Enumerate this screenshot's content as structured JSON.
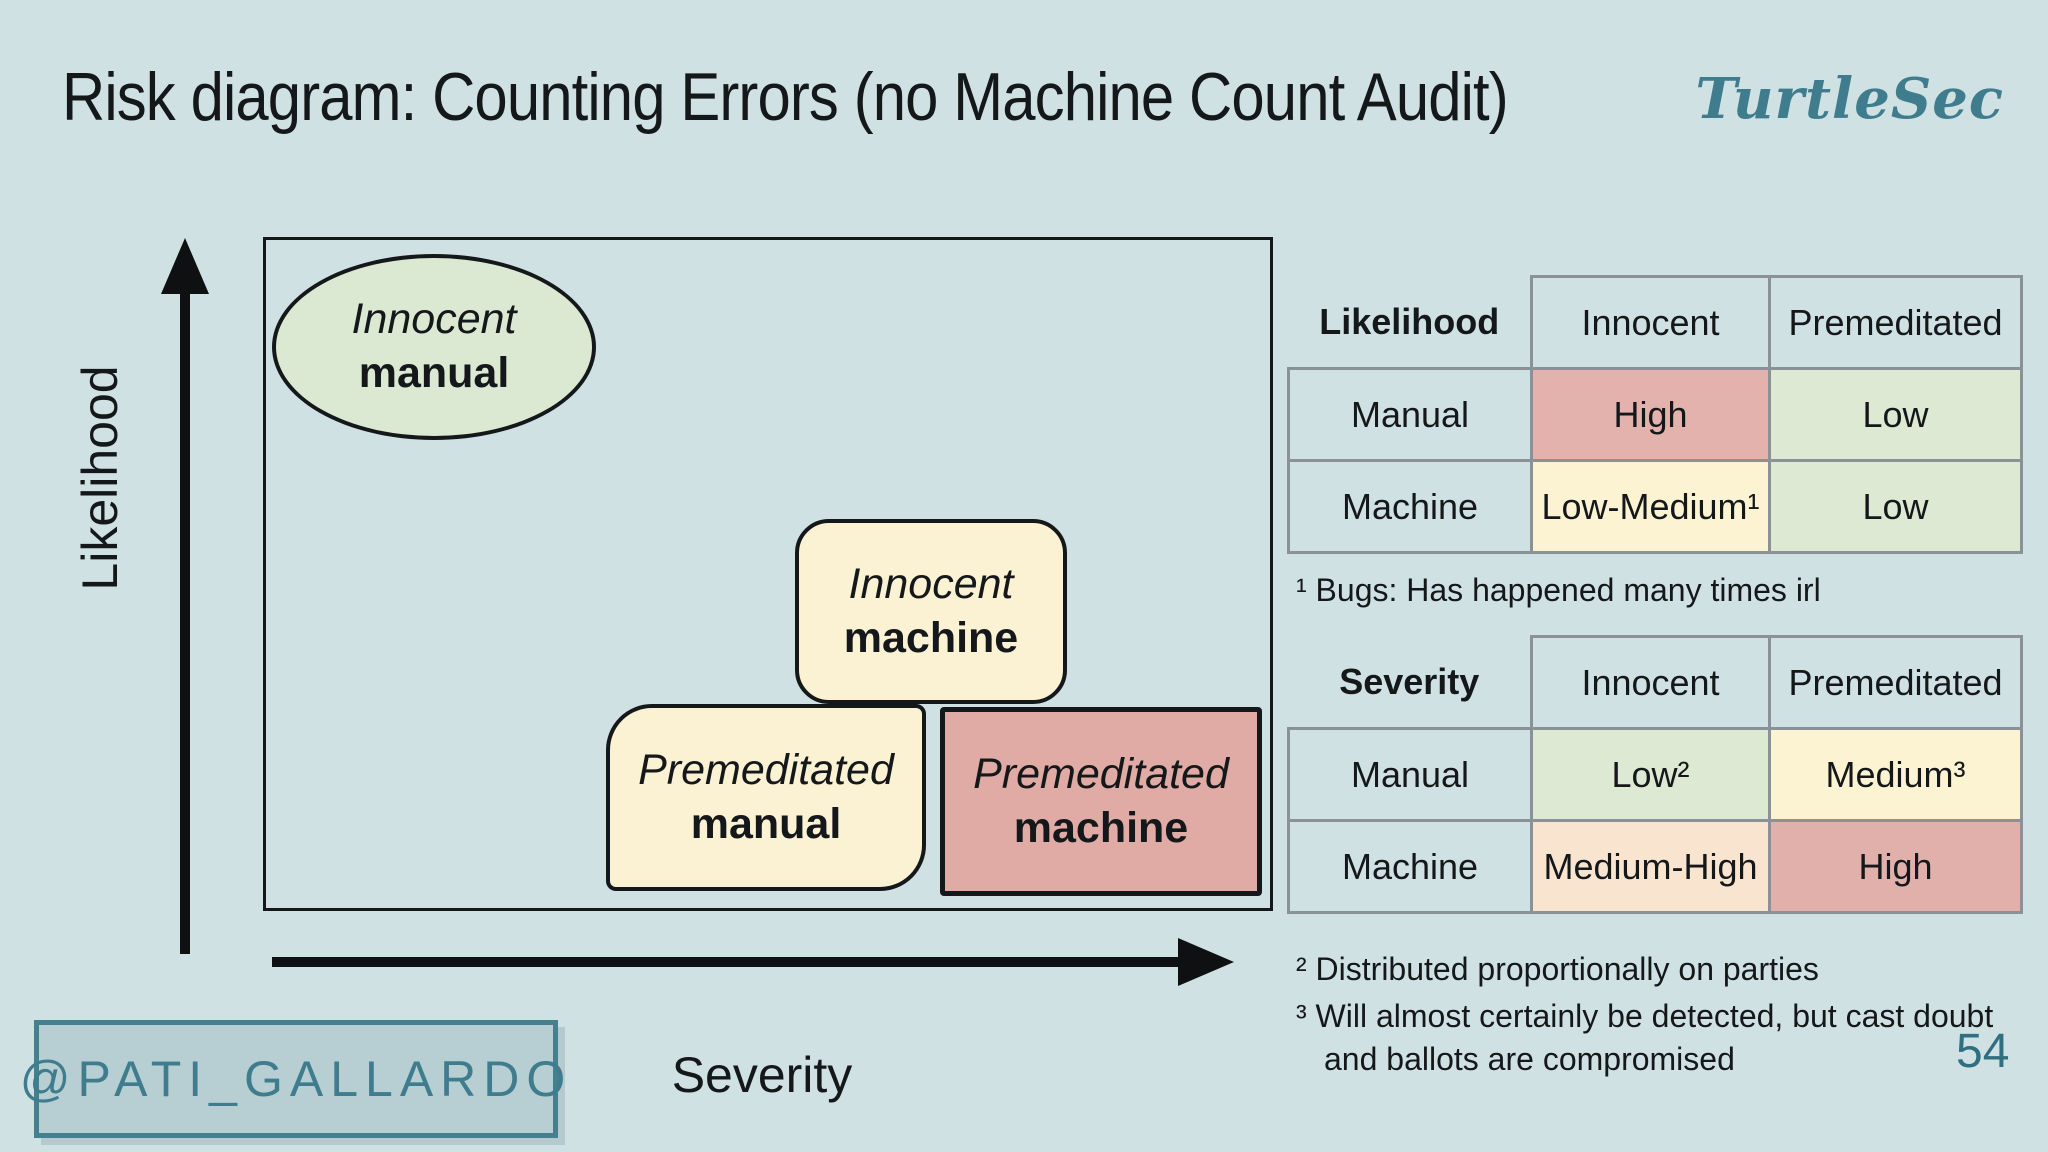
{
  "slide": {
    "title": "Risk diagram: Counting Errors (no Machine Count Audit)",
    "brand": "TurtleSec",
    "page_number": "54",
    "handle": "@PATI_GALLARDO",
    "background_color": "#d0e1e3"
  },
  "diagram": {
    "y_axis_label": "Likelihood",
    "x_axis_label": "Severity",
    "nodes": {
      "innocent_manual": {
        "line1": "Innocent",
        "line2": "manual",
        "shape": "ellipse",
        "fill": "#dbe9d2"
      },
      "innocent_machine": {
        "line1": "Innocent",
        "line2": "machine",
        "shape": "rounded-rect",
        "fill": "#fbf2d4"
      },
      "premeditated_manual": {
        "line1": "Premeditated",
        "line2": "manual",
        "shape": "rounded-rect",
        "fill": "#fbf2d4"
      },
      "premeditated_machine": {
        "line1": "Premeditated",
        "line2": "machine",
        "shape": "rect",
        "fill": "#e0aaa5"
      }
    }
  },
  "tables": {
    "likelihood": {
      "header": [
        "Likelihood",
        "Innocent",
        "Premeditated"
      ],
      "rows": [
        {
          "label": "Manual",
          "cells": [
            {
              "text": "High",
              "bg": "#e3b2ad"
            },
            {
              "text": "Low",
              "bg": "#dde9d2"
            }
          ]
        },
        {
          "label": "Machine",
          "cells": [
            {
              "text": "Low-Medium¹",
              "bg": "#fcf3d2"
            },
            {
              "text": "Low",
              "bg": "#dde9d2"
            }
          ]
        }
      ],
      "footnote": "¹ Bugs: Has happened many times irl"
    },
    "severity": {
      "header": [
        "Severity",
        "Innocent",
        "Premeditated"
      ],
      "rows": [
        {
          "label": "Manual",
          "cells": [
            {
              "text": "Low²",
              "bg": "#dde9d2"
            },
            {
              "text": "Medium³",
              "bg": "#fcf3d2"
            }
          ]
        },
        {
          "label": "Machine",
          "cells": [
            {
              "text": "Medium-High",
              "bg": "#f9e4d0"
            },
            {
              "text": "High",
              "bg": "#e2b0ab"
            }
          ]
        }
      ],
      "footnotes": [
        "² Distributed proportionally on parties",
        "³ Will almost certainly be detected, but cast doubt and ballots are compromised"
      ]
    }
  },
  "colors": {
    "accent_teal": "#3f7d8e",
    "page_number_teal": "#2f6f7f",
    "risk_high": "#e2b0ab",
    "risk_low": "#dde9d2",
    "risk_medium": "#fcf3d2",
    "risk_medium_high": "#f9e4d0",
    "table_border": "#8b9297",
    "node_border": "#15181a"
  }
}
